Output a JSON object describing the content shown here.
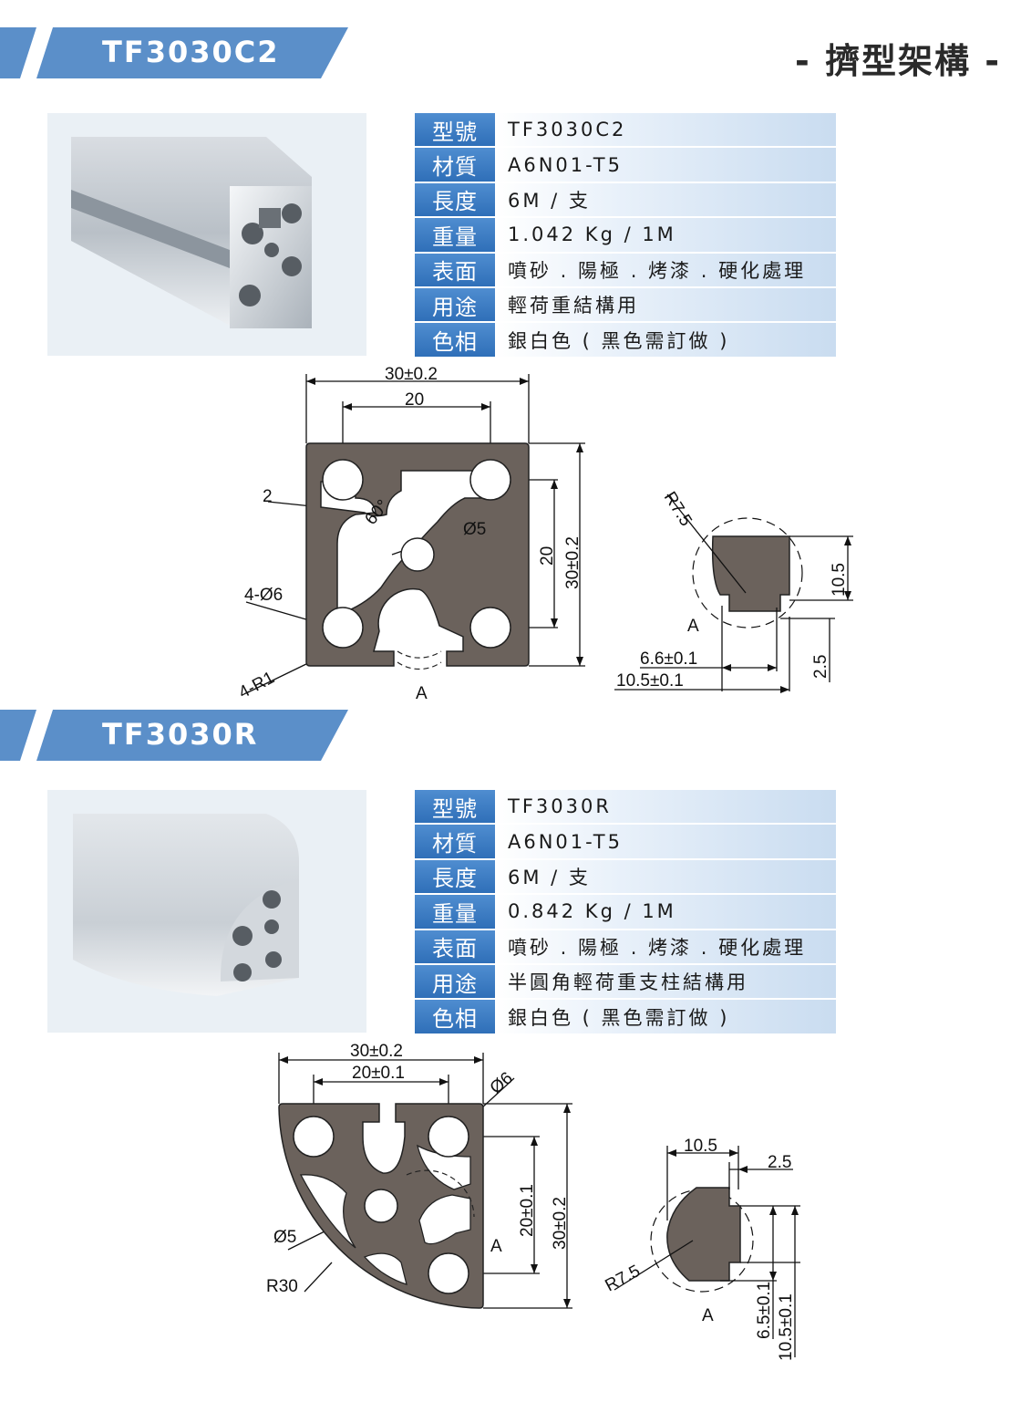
{
  "header": {
    "title": "- 擠型架構 -"
  },
  "sections": [
    {
      "model": "TF3030C2",
      "specs": [
        {
          "key": "型號",
          "value": "TF3030C2"
        },
        {
          "key": "材質",
          "value": "A6N01-T5"
        },
        {
          "key": "長度",
          "value": "6M / 支"
        },
        {
          "key": "重量",
          "value": "1.042 Kg / 1M"
        },
        {
          "key": "表面",
          "value": "噴砂 . 陽極 . 烤漆 . 硬化處理"
        },
        {
          "key": "用途",
          "value": "輕荷重結構用"
        },
        {
          "key": "色相",
          "value": "銀白色 ( 黑色需訂做 )"
        }
      ],
      "dims": {
        "width_total": "30±0.2",
        "width_inner": "20",
        "height_inner": "20",
        "height_total": "30±0.2",
        "slot": "2",
        "angle": "60°",
        "hole_center": "Ø5",
        "holes": "4-Ø6",
        "radius": "4-R1",
        "section_label": "A",
        "detail_radius": "R7.5",
        "detail_label": "A",
        "detail_h": "10.5",
        "detail_w1": "6.6±0.1",
        "detail_w2": "10.5±0.1",
        "detail_lip": "2.5"
      }
    },
    {
      "model": "TF3030R",
      "specs": [
        {
          "key": "型號",
          "value": "TF3030R"
        },
        {
          "key": "材質",
          "value": "A6N01-T5"
        },
        {
          "key": "長度",
          "value": "6M / 支"
        },
        {
          "key": "重量",
          "value": "0.842 Kg / 1M"
        },
        {
          "key": "表面",
          "value": "噴砂 . 陽極 . 烤漆 . 硬化處理"
        },
        {
          "key": "用途",
          "value": "半圓角輕荷重支柱結構用"
        },
        {
          "key": "色相",
          "value": "銀白色 ( 黑色需訂做 )"
        }
      ],
      "dims": {
        "width_total": "30±0.2",
        "width_inner": "20±0.1",
        "hole": "Ø6",
        "hole_center": "Ø5",
        "radius": "R30",
        "section_label": "A",
        "height_inner": "20±0.1",
        "height_total": "30±0.2",
        "detail_w": "10.5",
        "detail_lip": "2.5",
        "detail_radius": "R7.5",
        "detail_label": "A",
        "detail_h1": "6.5±0.1",
        "detail_h2": "10.5±0.1"
      }
    }
  ],
  "colors": {
    "banner": "#5b8fc9",
    "spec_key": "#3b7cc2",
    "profile_fill": "#6b625c"
  }
}
